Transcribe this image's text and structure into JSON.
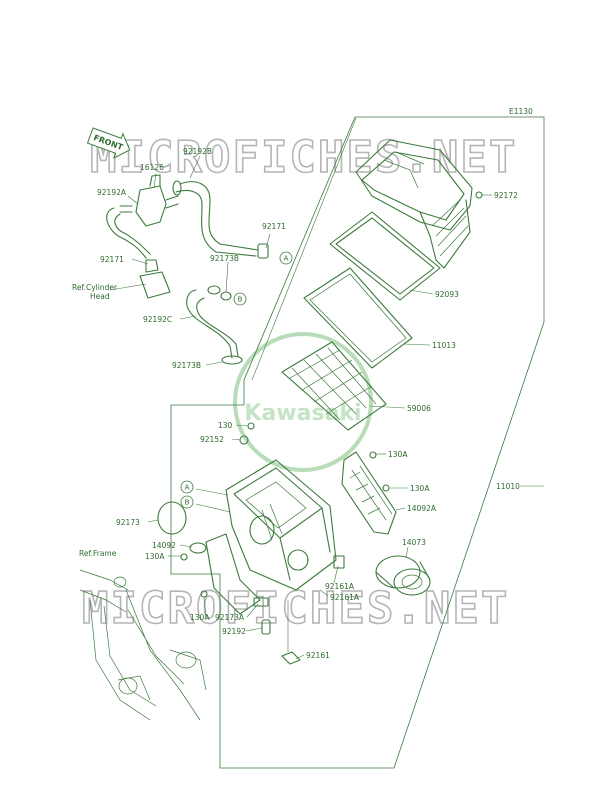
{
  "diagram_code": "E1130",
  "watermark_top": "MICROFICHES.NET",
  "watermark_bottom": "MICROFICHES.NET",
  "watermark_logo": "Kawasaki",
  "front_arrow": "FRONT",
  "refs": {
    "cylinder_head_line1": "Ref.Cylinder",
    "cylinder_head_line2": "Head",
    "frame": "Ref.Frame"
  },
  "circle_labels": {
    "a": "A",
    "b": "B"
  },
  "parts": {
    "p16126": "16126",
    "p92192B": "92192B",
    "p92192A": "92192A",
    "p92171_top": "92171",
    "p92171_left": "92171",
    "p92173B_top": "92173B",
    "p92192C": "92192C",
    "p92173B_mid": "92173B",
    "p92172": "92172",
    "p92093": "92093",
    "p11013": "11013",
    "p59006": "59006",
    "p130_left": "130",
    "p92152": "92152",
    "p130A_r1": "130A",
    "p130A_r2": "130A",
    "p11010": "11010",
    "p14092A": "14092A",
    "p92173": "92173",
    "p14092": "14092",
    "p130A_l": "130A",
    "p14073": "14073",
    "p92161A_1": "92161A",
    "p92161A_2": "92161A",
    "p130A_bot": "130A",
    "p92173A": "92173A",
    "p92192": "92192",
    "p92161": "92161"
  },
  "colors": {
    "line": "#3d7a3d",
    "text": "#2e6b2e",
    "watermark": "#b5b5b5"
  }
}
